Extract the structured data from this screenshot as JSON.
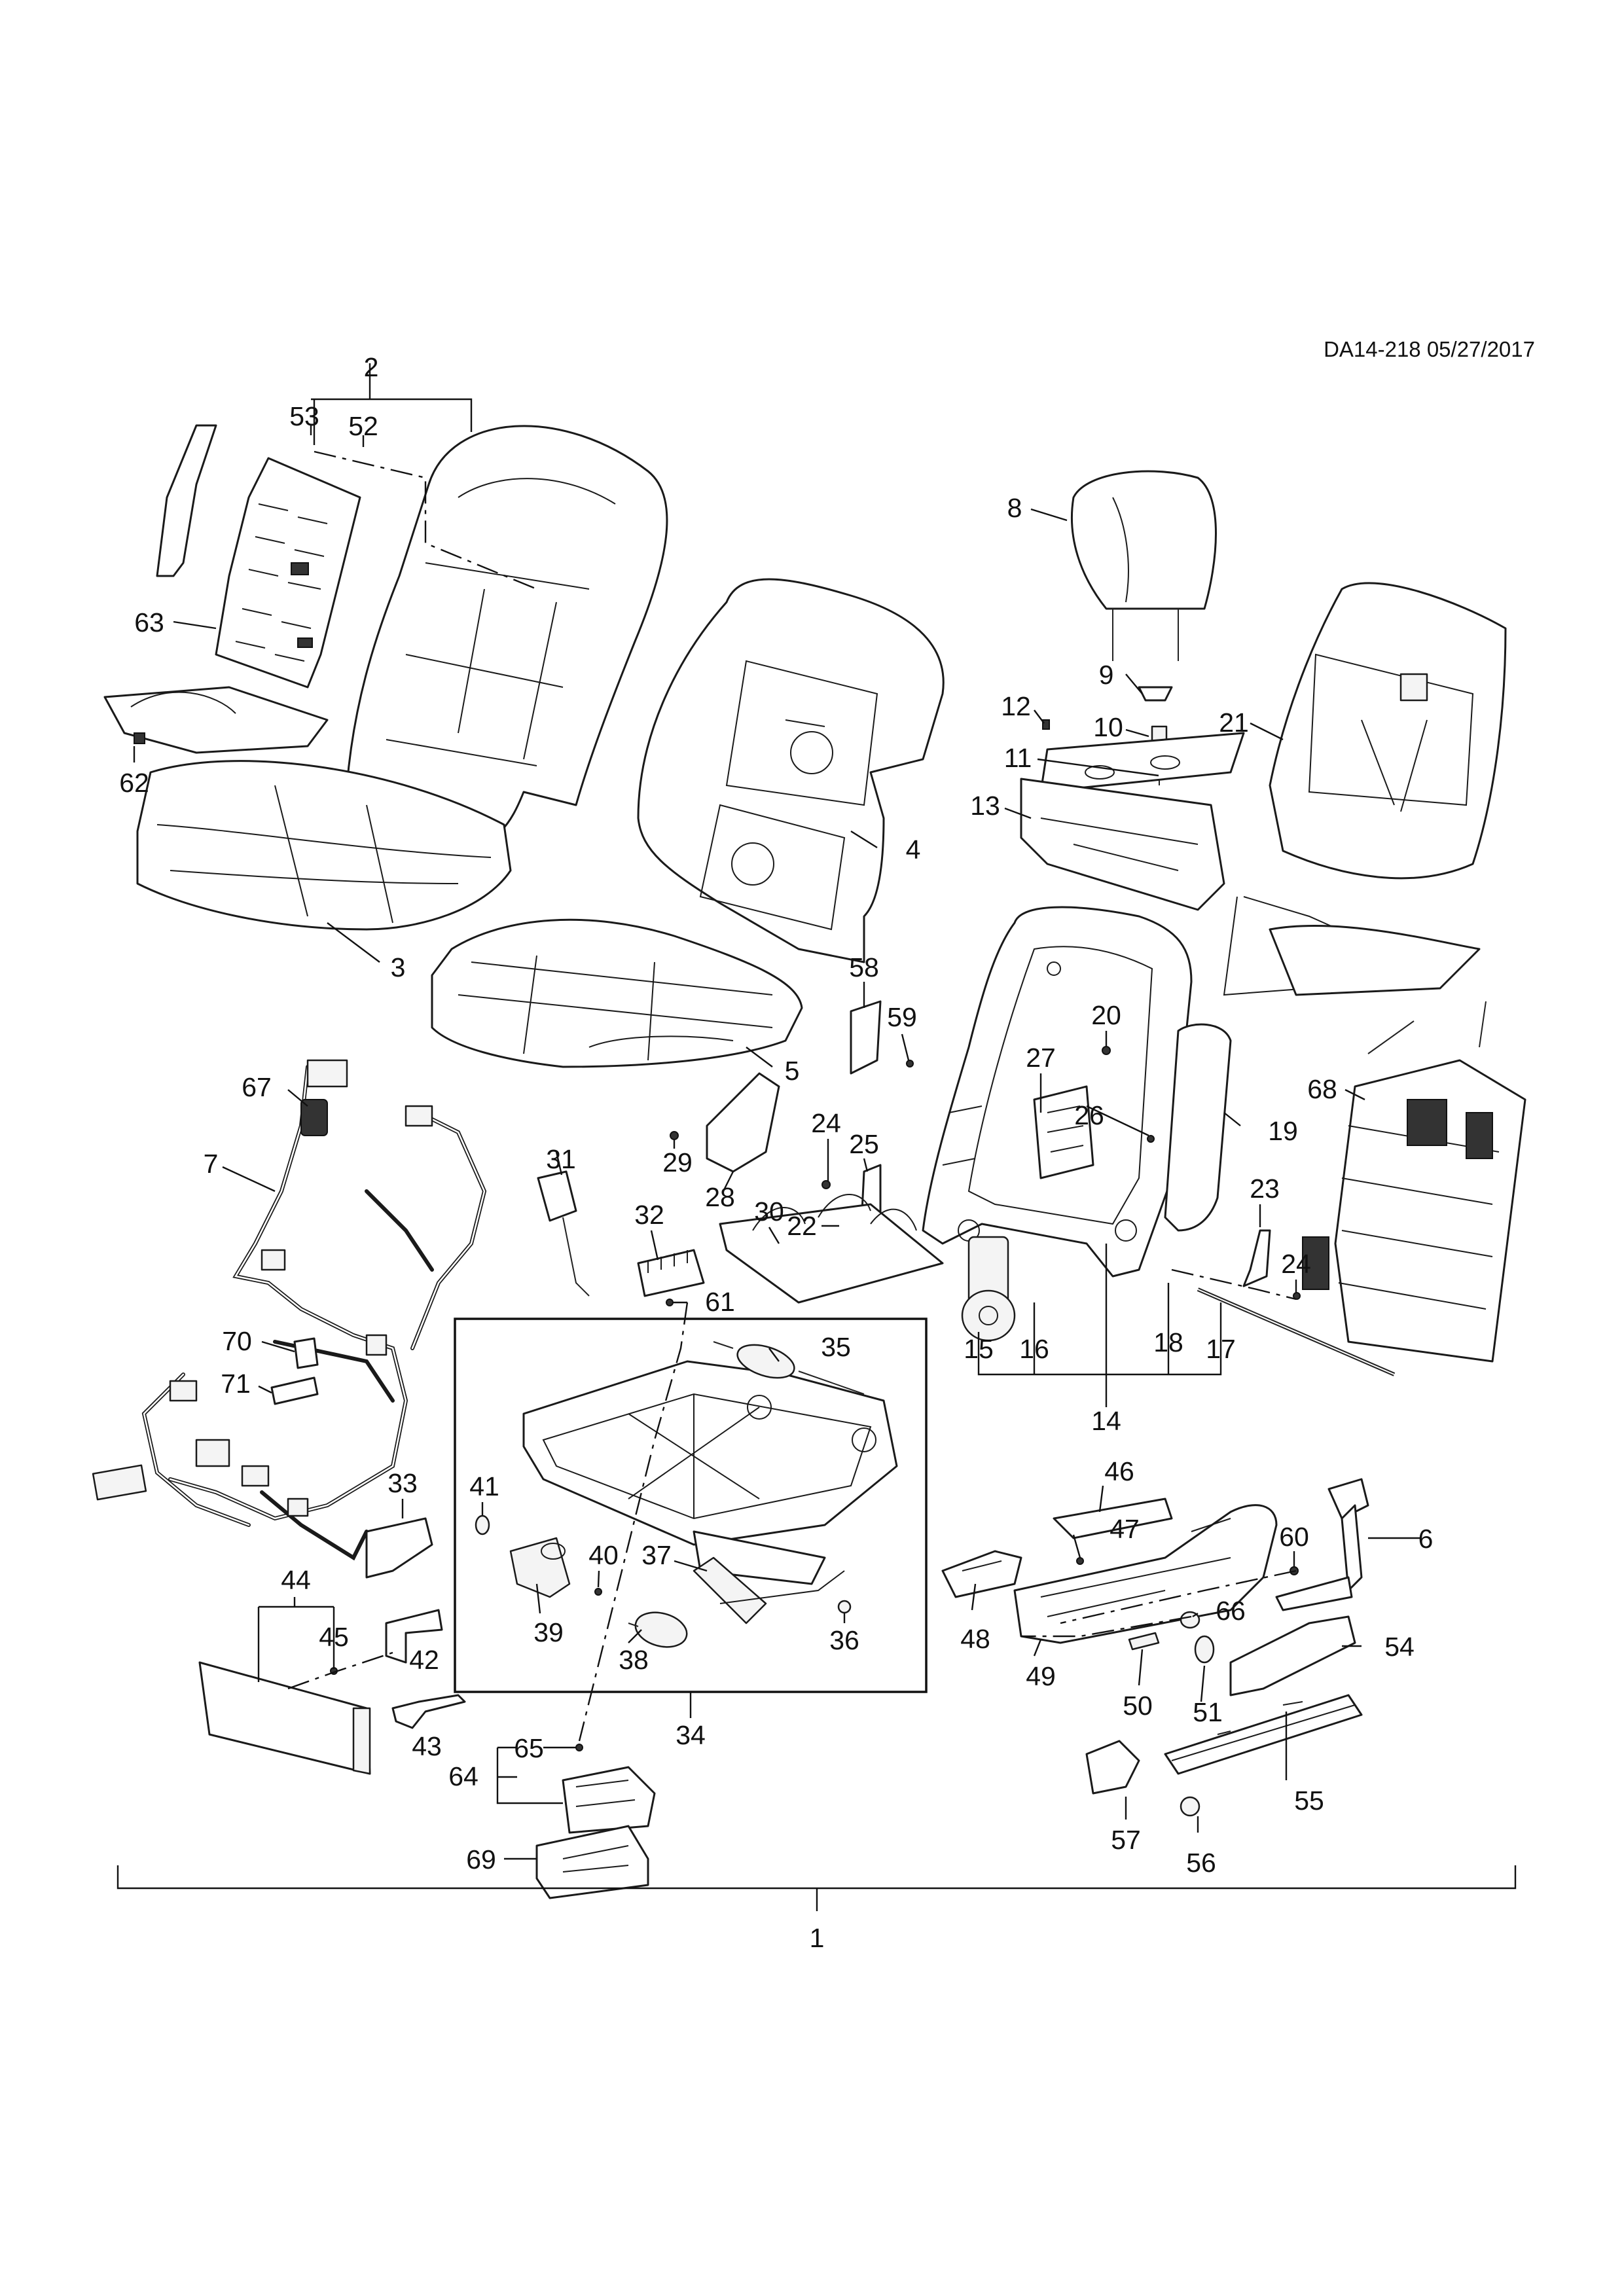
{
  "diagram_code": "DA14-218 05/27/2017",
  "callouts": {
    "c1": "1",
    "c2": "2",
    "c3": "3",
    "c4": "4",
    "c5": "5",
    "c6": "6",
    "c7": "7",
    "c8": "8",
    "c9": "9",
    "c10": "10",
    "c11": "11",
    "c12": "12",
    "c13": "13",
    "c14": "14",
    "c15": "15",
    "c16": "16",
    "c17": "17",
    "c18": "18",
    "c19": "19",
    "c20": "20",
    "c21": "21",
    "c22": "22",
    "c23": "23",
    "c24": "24",
    "c25": "25",
    "c26": "26",
    "c27": "27",
    "c28": "28",
    "c29": "29",
    "c30": "30",
    "c31": "31",
    "c32": "32",
    "c33": "33",
    "c34": "34",
    "c35": "35",
    "c36": "36",
    "c37": "37",
    "c38": "38",
    "c39": "39",
    "c40": "40",
    "c41": "41",
    "c42": "42",
    "c43": "43",
    "c44": "44",
    "c45": "45",
    "c46": "46",
    "c47": "47",
    "c48": "48",
    "c49": "49",
    "c50": "50",
    "c51": "51",
    "c52": "52",
    "c53": "53",
    "c54": "54",
    "c55": "55",
    "c56": "56",
    "c57": "57",
    "c58": "58",
    "c59": "59",
    "c60": "60",
    "c61": "61",
    "c62": "62",
    "c63": "63",
    "c64": "64",
    "c65": "65",
    "c66": "66",
    "c67": "67",
    "c68": "68",
    "c69": "69",
    "c70": "70",
    "c71": "71"
  }
}
